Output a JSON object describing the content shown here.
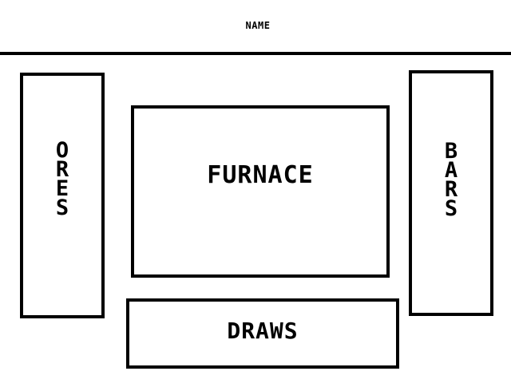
{
  "header": {
    "name_label": "NAME"
  },
  "panels": {
    "ores": {
      "label": "O\nR\nE\nS"
    },
    "furnace": {
      "label": "FURNACE"
    },
    "bars": {
      "label": "B\nA\nR\nS"
    },
    "draws": {
      "label": "DRAWS"
    }
  },
  "colors": {
    "background": "#ffffff",
    "outline": "#000000"
  }
}
